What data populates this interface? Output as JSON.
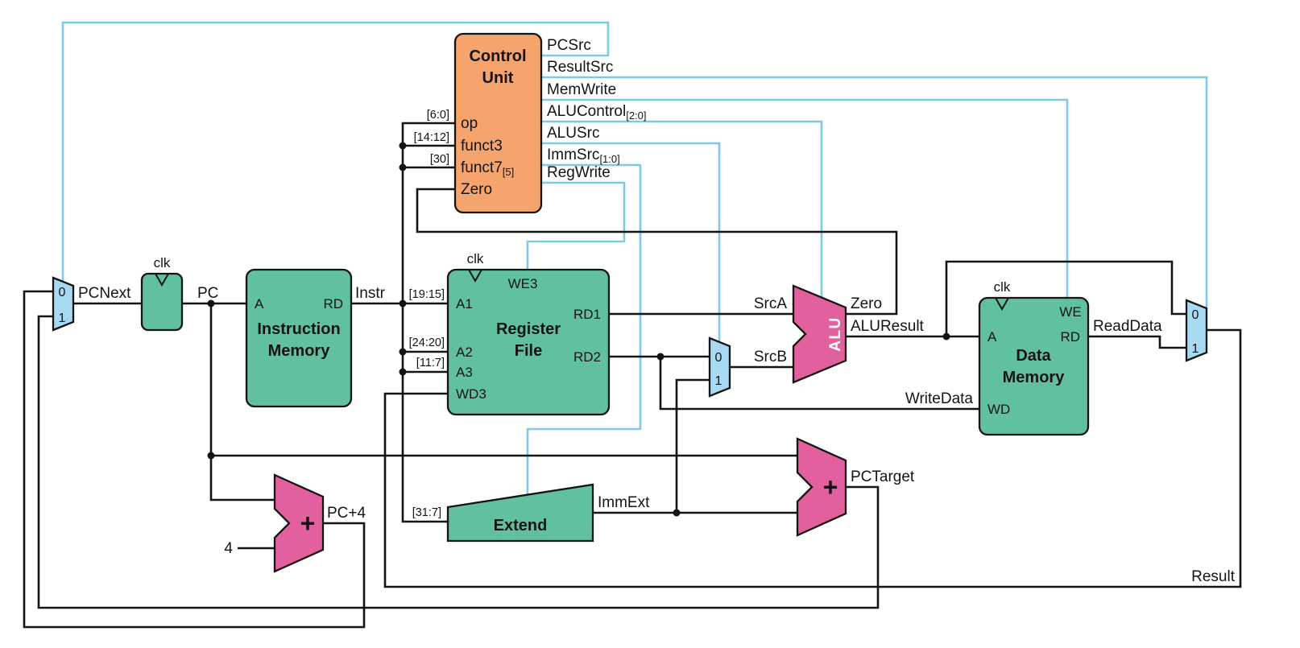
{
  "colors": {
    "block_green": "#61C19E",
    "control_orange": "#F5A46E",
    "alu_pink": "#E2609D",
    "mux_blue": "#A8D9F2",
    "control_wire": "#7EC9EA",
    "data_wire": "#141414"
  },
  "control_unit": {
    "title_line1": "Control",
    "title_line2": "Unit",
    "inputs": {
      "op": "op",
      "funct3": "funct3",
      "funct7": "funct7",
      "funct7_sub": "[5]",
      "zero": "Zero"
    },
    "slices": {
      "op": "[6:0]",
      "funct3": "[14:12]",
      "funct7": "[30]"
    },
    "outputs": [
      {
        "label": "PCSrc",
        "sub": ""
      },
      {
        "label": "ResultSrc",
        "sub": ""
      },
      {
        "label": "MemWrite",
        "sub": ""
      },
      {
        "label": "ALUControl",
        "sub": "[2:0]"
      },
      {
        "label": "ALUSrc",
        "sub": ""
      },
      {
        "label": "ImmSrc",
        "sub": "[1:0]"
      },
      {
        "label": "RegWrite",
        "sub": ""
      }
    ]
  },
  "pc_register": {
    "clk": "clk"
  },
  "instruction_memory": {
    "title_line1": "Instruction",
    "title_line2": "Memory",
    "port_a": "A",
    "port_rd": "RD"
  },
  "register_file": {
    "title_line1": "Register",
    "title_line2": "File",
    "clk": "clk",
    "port_we3": "WE3",
    "port_a1": "A1",
    "port_a2": "A2",
    "port_a3": "A3",
    "port_wd3": "WD3",
    "port_rd1": "RD1",
    "port_rd2": "RD2"
  },
  "extend_unit": {
    "title": "Extend",
    "slice": "[31:7]"
  },
  "alu": {
    "label": "ALU"
  },
  "data_memory": {
    "title_line1": "Data",
    "title_line2": "Memory",
    "clk": "clk",
    "port_we": "WE",
    "port_a": "A",
    "port_wd": "WD",
    "port_rd": "RD"
  },
  "adders": {
    "pc_plus4": {
      "symbol": "+",
      "operand": "4"
    },
    "pc_target": {
      "symbol": "+"
    }
  },
  "muxes": {
    "pc_mux": {
      "in0": "0",
      "in1": "1"
    },
    "srcb_mux": {
      "in0": "0",
      "in1": "1"
    },
    "result_mux": {
      "in0": "0",
      "in1": "1"
    }
  },
  "wire_labels": {
    "pcnext": "PCNext",
    "pc": "PC",
    "instr": "Instr",
    "slice_a1": "[19:15]",
    "slice_a2": "[24:20]",
    "slice_a3": "[11:7]",
    "srca": "SrcA",
    "srcb": "SrcB",
    "zero": "Zero",
    "aluresult": "ALUResult",
    "readdata": "ReadData",
    "writedata": "WriteData",
    "immext": "ImmExt",
    "pcplus4": "PC+4",
    "pctarget": "PCTarget",
    "result": "Result"
  }
}
